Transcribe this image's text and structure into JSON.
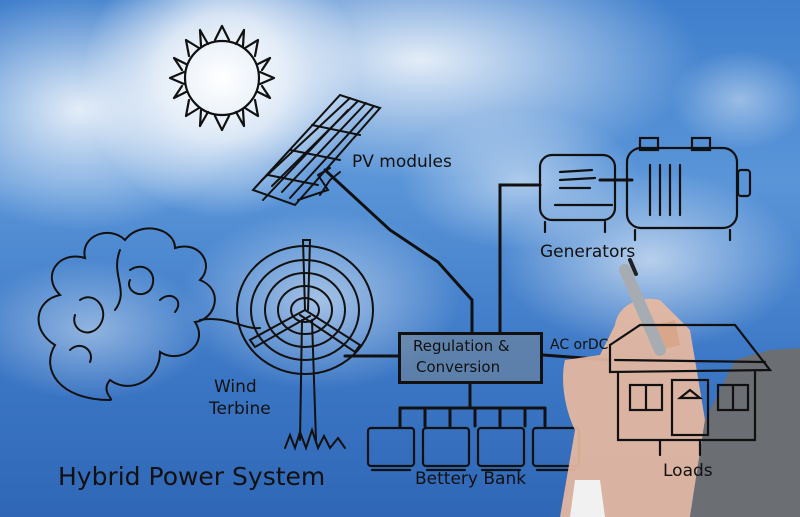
{
  "diagram": {
    "title": "Hybrid Power System",
    "labels": {
      "pv": "PV modules",
      "generators": "Generators",
      "wind_line1": "Wind",
      "wind_line2": "Terbine",
      "regulation_line1": "Regulation &",
      "regulation_line2": "Conversion",
      "ac_dc": "AC orDC",
      "battery": "Bettery Bank",
      "loads": "Loads"
    }
  },
  "colors": {
    "sky": "#3f7fcc",
    "ink": "#111111",
    "cloud": "#ffffff",
    "skin": "#e8b9a0",
    "sleeve": "#6b6e72"
  }
}
